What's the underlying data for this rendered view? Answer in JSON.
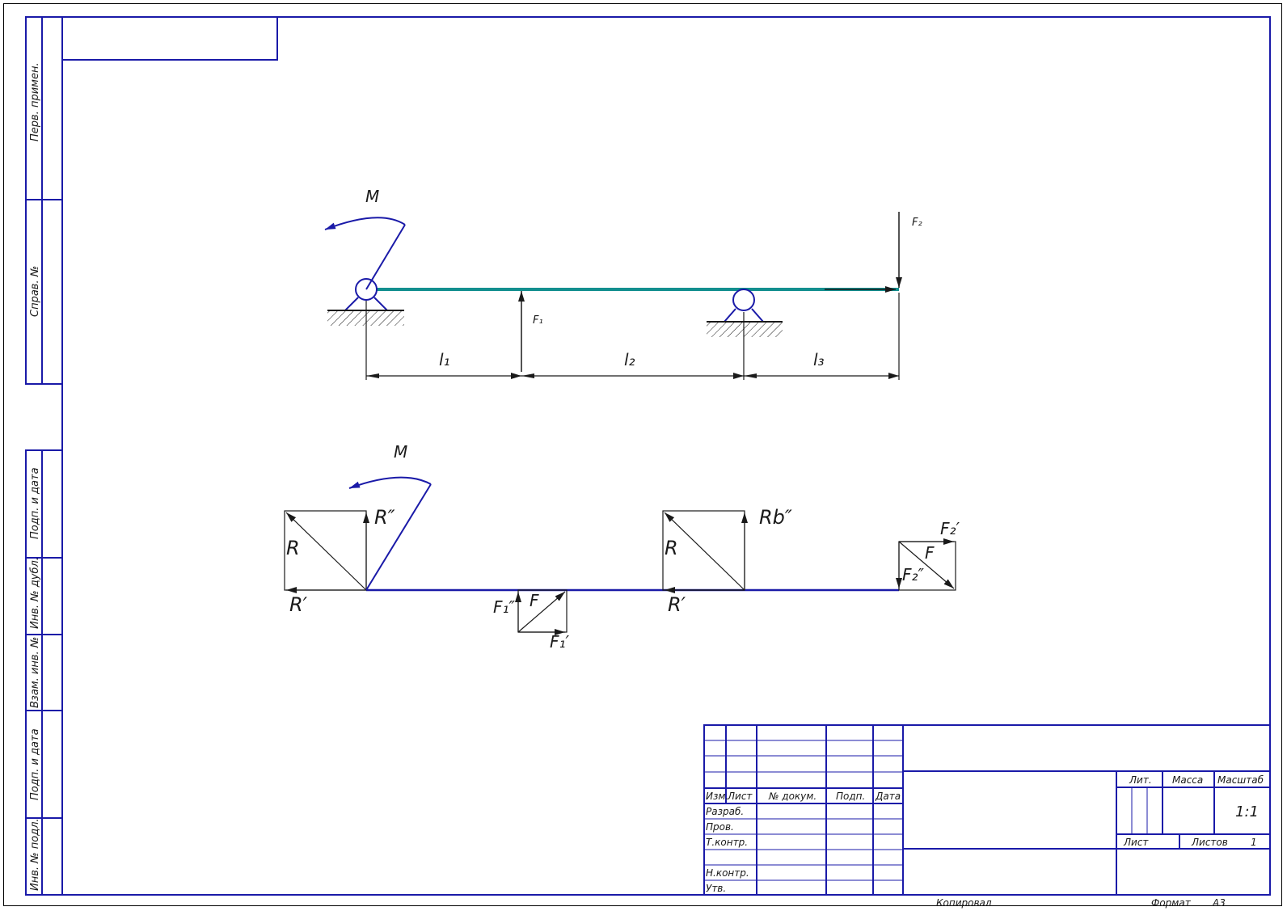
{
  "side_stamp": {
    "perv_primen": "Перв. примен.",
    "sprav_no": "Справ. №",
    "podp_data_1": "Подп. и дата",
    "inv_dubl": "Инв. № дубл.",
    "vzam_inv": "Взам. инв. №",
    "podp_data_2": "Подп. и дата",
    "inv_podl": "Инв. № подл."
  },
  "scheme_top": {
    "moment": "M",
    "f2": "F₂",
    "f1": "F₁",
    "l1": "l₁",
    "l2": "l₂",
    "l3": "l₃"
  },
  "scheme_bottom": {
    "moment": "M",
    "r_left": "R",
    "r_dd_left": "R″",
    "r_d_left": "R′",
    "r_right": "R",
    "rb_dd": "Rb″",
    "r_d_right": "R′",
    "f1_dd": "F₁″",
    "f1_res": "F",
    "f1_d": "F₁′",
    "f2_d": "F₂′",
    "f2_res": "F",
    "f2_dd": "F₂″"
  },
  "title_block": {
    "izm": "Изм.",
    "list": "Лист",
    "no_dokum": "№ докум.",
    "podp": "Подп.",
    "data": "Дата",
    "razrab": "Разраб.",
    "prov": "Пров.",
    "tkontr": "Т.контр.",
    "nkontr": "Н.контр.",
    "utv": "Утв.",
    "lit": "Лит.",
    "massa": "Масса",
    "masshtab": "Масштаб",
    "scale_value": "1:1",
    "list2": "Лист",
    "listov": "Листов",
    "listov_value": "1",
    "kopiroval": "Копировал",
    "format": "Формат",
    "format_value": "A3"
  },
  "colors": {
    "frame": "#1a1aa8",
    "beam": "#138f8f",
    "ink": "#1a1a1a"
  }
}
